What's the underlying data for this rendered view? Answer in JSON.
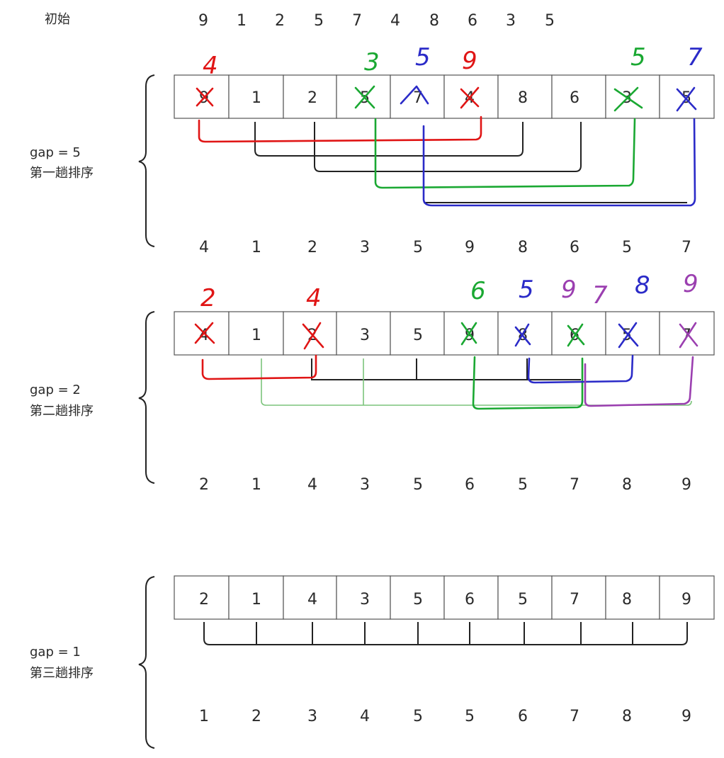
{
  "initial": {
    "label": "初始",
    "values": [
      "9",
      "1",
      "2",
      "5",
      "7",
      "4",
      "8",
      "6",
      "3",
      "5"
    ]
  },
  "passes": [
    {
      "gap_label": "gap = 5",
      "pass_label": "第一趟排序",
      "cells": [
        "9",
        "1",
        "2",
        "5",
        "7",
        "4",
        "8",
        "6",
        "3",
        "5"
      ],
      "result": [
        "4",
        "1",
        "2",
        "3",
        "5",
        "9",
        "8",
        "6",
        "5",
        "7"
      ],
      "annotations": [
        {
          "text": "4",
          "color": "#e01515"
        },
        {
          "text": "3",
          "color": "#1aa832"
        },
        {
          "text": "5",
          "color": "#2b2bc8"
        },
        {
          "text": "9",
          "color": "#e01515"
        },
        {
          "text": "5",
          "color": "#1aa832"
        },
        {
          "text": "7",
          "color": "#2b2bc8"
        }
      ]
    },
    {
      "gap_label": "gap = 2",
      "pass_label": "第二趟排序",
      "cells": [
        "4",
        "1",
        "2",
        "3",
        "5",
        "9",
        "8",
        "6",
        "5",
        "7"
      ],
      "result": [
        "2",
        "1",
        "4",
        "3",
        "5",
        "6",
        "5",
        "7",
        "8",
        "9"
      ],
      "annotations": [
        {
          "text": "2",
          "color": "#e01515"
        },
        {
          "text": "4",
          "color": "#e01515"
        },
        {
          "text": "6",
          "color": "#1aa832"
        },
        {
          "text": "5",
          "color": "#2b2bc8"
        },
        {
          "text": "9",
          "color": "#9b3fb0"
        },
        {
          "text": "7",
          "color": "#9b3fb0"
        },
        {
          "text": "8",
          "color": "#2b2bc8"
        },
        {
          "text": "9",
          "color": "#9b3fb0"
        }
      ]
    },
    {
      "gap_label": "gap = 1",
      "pass_label": "第三趟排序",
      "cells": [
        "2",
        "1",
        "4",
        "3",
        "5",
        "6",
        "5",
        "7",
        "8",
        "9"
      ],
      "result": [
        "1",
        "2",
        "3",
        "4",
        "5",
        "5",
        "6",
        "7",
        "8",
        "9"
      ],
      "annotations": []
    }
  ],
  "colors": {
    "red": "#e01515",
    "green": "#1aa832",
    "blue": "#2b2bc8",
    "purple": "#9b3fb0",
    "light_green": "#7cc47c"
  }
}
